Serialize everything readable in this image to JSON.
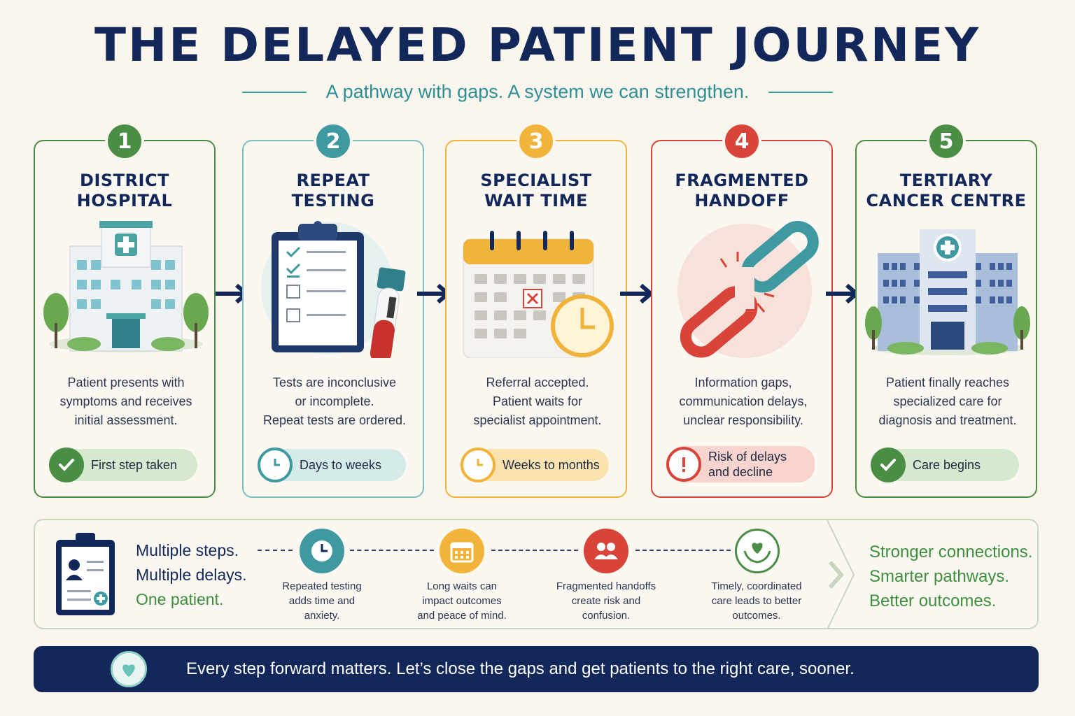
{
  "title": "THE DELAYED PATIENT JOURNEY",
  "subtitle": "A pathway with gaps. A system we can strengthen.",
  "colors": {
    "navy": "#13285a",
    "green": "#4a8e45",
    "teal": "#3e9aa0",
    "amber": "#f2b33a",
    "red": "#d9443a"
  },
  "steps": [
    {
      "number": "1",
      "title": "DISTRICT\nHOSPITAL",
      "icon": "hospital-icon",
      "description": "Patient presents with\nsymptoms and receives\ninitial assessment.",
      "status": "First step taken",
      "status_icon": "checkmark-icon"
    },
    {
      "number": "2",
      "title": "REPEAT\nTESTING",
      "icon": "clipboard-test-tube-icon",
      "description": "Tests are inconclusive\nor incomplete.\nRepeat tests are ordered.",
      "status": "Days to weeks",
      "status_icon": "clock-icon"
    },
    {
      "number": "3",
      "title": "SPECIALIST\nWAIT TIME",
      "icon": "calendar-clock-icon",
      "description": "Referral accepted.\nPatient waits for\nspecialist appointment.",
      "status": "Weeks to months",
      "status_icon": "clock-icon"
    },
    {
      "number": "4",
      "title": "FRAGMENTED\nHANDOFF",
      "icon": "broken-chain-icon",
      "description": "Information gaps,\ncommunication delays,\nunclear responsibility.",
      "status": "Risk of delays\nand decline",
      "status_icon": "alert-icon"
    },
    {
      "number": "5",
      "title": "TERTIARY\nCANCER CENTRE",
      "icon": "cancer-centre-icon",
      "description": "Patient finally reaches\nspecialized care for\ndiagnosis and treatment.",
      "status": "Care begins",
      "status_icon": "checkmark-icon"
    }
  ],
  "summary": {
    "lines": [
      "Multiple steps.",
      "Multiple delays.",
      "One patient."
    ],
    "items": [
      {
        "icon": "clock-icon",
        "caption": "Repeated testing\nadds time and\nanxiety."
      },
      {
        "icon": "calendar-icon",
        "caption": "Long waits can\nimpact outcomes\nand peace of mind."
      },
      {
        "icon": "people-icon",
        "caption": "Fragmented handoffs\ncreate risk and\nconfusion."
      },
      {
        "icon": "heart-hands-icon",
        "caption": "Timely, coordinated\ncare leads to better\noutcomes."
      }
    ],
    "right_lines": [
      "Stronger connections.",
      "Smarter pathways.",
      "Better outcomes."
    ]
  },
  "footer": {
    "icon": "heart-icon",
    "text": "Every step forward matters. Let’s close the gaps and get patients to the right care, sooner."
  }
}
